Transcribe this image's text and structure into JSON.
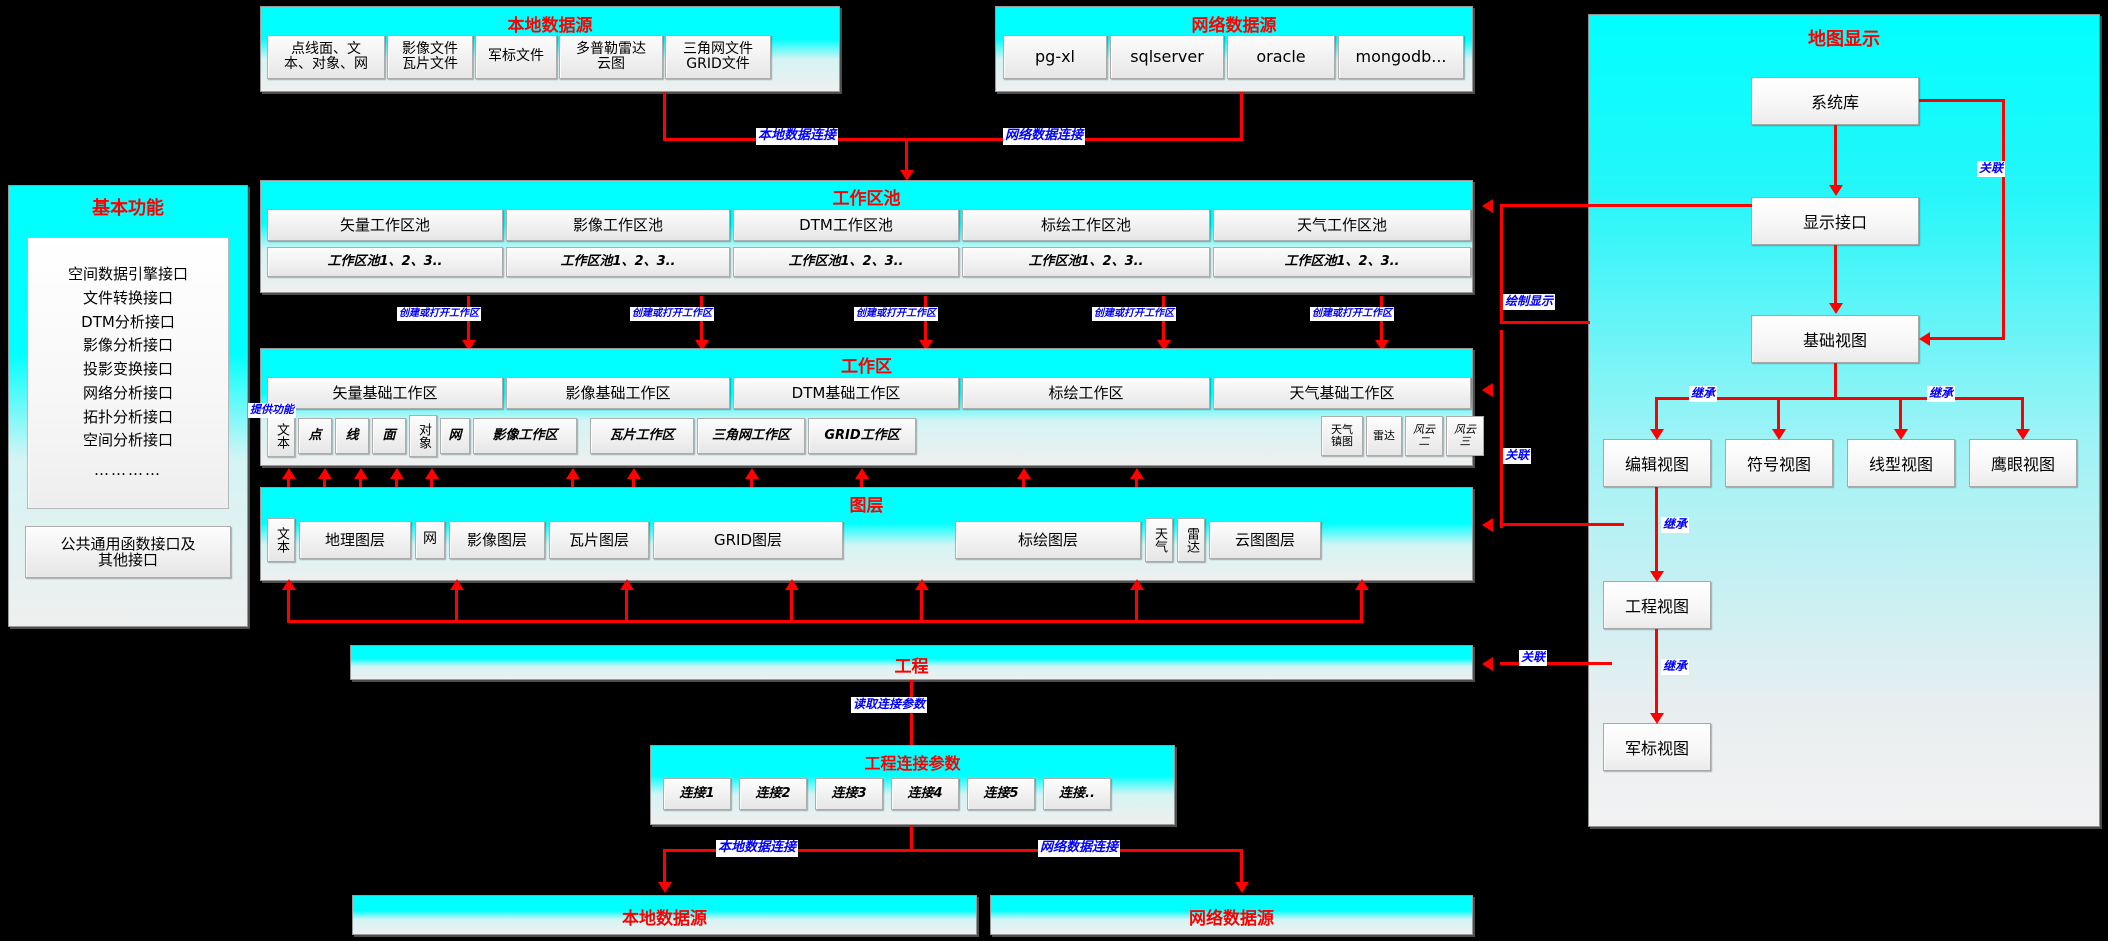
{
  "local_source_top": {
    "title": "本地数据源",
    "items": [
      "点线面、文\n本、对象、网",
      "影像文件\n瓦片文件",
      "军标文件",
      "多普勒雷达\n云图",
      "三角网文件\nGRID文件"
    ]
  },
  "network_source_top": {
    "title": "网络数据源",
    "items": [
      "pg-xl",
      "sqlserver",
      "oracle",
      "mongodb..."
    ]
  },
  "basic_functions": {
    "title": "基本功能",
    "interfaces": [
      "空间数据引擎接口",
      "文件转换接口",
      "DTM分析接口",
      "影像分析接口",
      "投影变换接口",
      "网络分析接口",
      "拓扑分析接口",
      "空间分析接口",
      "…………"
    ],
    "footer": "公共通用函数接口及\n其他接口"
  },
  "workspace_pool": {
    "title": "工作区池",
    "columns": [
      {
        "name": "矢量工作区池",
        "sub": "工作区池1、2、3.."
      },
      {
        "name": "影像工作区池",
        "sub": "工作区池1、2、3.."
      },
      {
        "name": "DTM工作区池",
        "sub": "工作区池1、2、3.."
      },
      {
        "name": "标绘工作区池",
        "sub": "工作区池1、2、3.."
      },
      {
        "name": "天气工作区池",
        "sub": "工作区池1、2、3.."
      }
    ]
  },
  "workspace": {
    "title": "工作区",
    "columns": [
      "矢量基础工作区",
      "影像基础工作区",
      "DTM基础工作区",
      "标绘工作区",
      "天气基础工作区"
    ],
    "sub_items": [
      "文本",
      "点",
      "线",
      "面",
      "对象",
      "网",
      "影像工作区",
      "瓦片工作区",
      "三角网工作区",
      "GRID工作区",
      "天气\n镇图",
      "雷达",
      "风云\n二",
      "风云\n三"
    ]
  },
  "layers": {
    "title": "图层",
    "items": [
      "文本",
      "地理图层",
      "网",
      "影像图层",
      "瓦片图层",
      "GRID图层",
      "标绘图层",
      "天气",
      "雷达",
      "云图图层"
    ]
  },
  "project": {
    "title": "工程"
  },
  "project_params": {
    "title": "工程连接参数",
    "items": [
      "连接1",
      "连接2",
      "连接3",
      "连接4",
      "连接5",
      "连接.."
    ]
  },
  "local_source_bottom": {
    "title": "本地数据源"
  },
  "network_source_bottom": {
    "title": "网络数据源"
  },
  "map_display": {
    "title": "地图显示",
    "nodes": {
      "system_lib": "系统库",
      "display_interface": "显示接口",
      "base_view": "基础视图",
      "edit_view": "编辑视图",
      "symbol_view": "符号视图",
      "linetype_view": "线型视图",
      "eagle_view": "鹰眼视图",
      "project_view": "工程视图",
      "military_view": "军标视图"
    }
  },
  "edge_labels": {
    "local_conn_top": "本地数据连接",
    "net_conn_top": "网络数据连接",
    "create_open_ws": "创建或打开工作区",
    "provide_func": "提供功能",
    "render_display": "绘制显示",
    "relate": "关联",
    "inherit": "继承",
    "read_conn_params": "读取连接参数",
    "local_conn_bottom": "本地数据连接",
    "net_conn_bottom": "网络数据连接"
  },
  "colors": {
    "accent_red": "#ff0000",
    "label_blue": "#0000ff",
    "panel_cyan": "#00ffff",
    "background": "#000000"
  }
}
